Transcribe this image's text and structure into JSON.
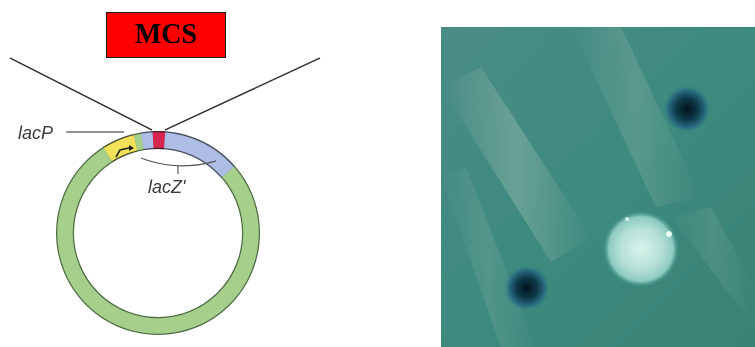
{
  "mcs_label": "MCS",
  "labels": {
    "lacP": "lacP",
    "lacZ": "lacZ'"
  },
  "colors": {
    "mcs_box": "#ff0000",
    "plasmid_ring": "#a6cf8c",
    "lacZ_segment": "#aebde6",
    "lacP_segment": "#f2e25a",
    "mcs_segment": "#d7264f",
    "plate_background": "#3f8a80",
    "blue_colony": "#0d3848",
    "white_colony": "#bfe7de"
  },
  "icons": [
    "plasmid-map",
    "promoter-arrow",
    "agar-plate-photo"
  ]
}
